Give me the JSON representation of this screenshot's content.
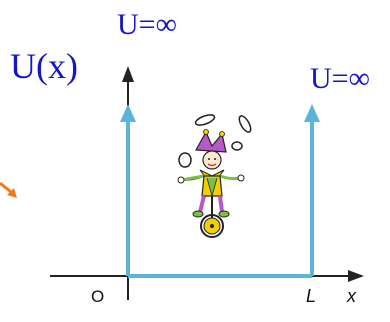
{
  "colors": {
    "well": "#5ab4dc",
    "label": "#1414c8",
    "axis": "#222222",
    "pointer": "#f07a1e"
  },
  "labels": {
    "y_axis": "U(x)",
    "left_wall": "U=∞",
    "right_wall": "U=∞",
    "origin": "O",
    "right_mark": "L",
    "x_axis": "x"
  },
  "icons": {
    "pointer": "orange-arrow-icon",
    "clown": "juggling-unicycle-clown-icon"
  }
}
